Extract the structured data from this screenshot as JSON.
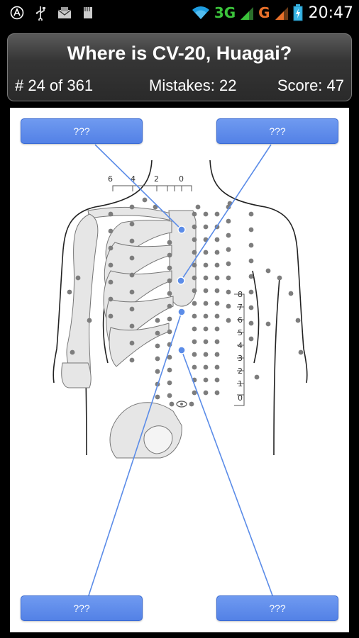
{
  "status_bar": {
    "icons": [
      "app-icon",
      "usb-icon",
      "mail-icon",
      "sdcard-icon",
      "wifi-icon",
      "signal-icon",
      "battery-icon"
    ],
    "network_1": "3G",
    "network_2": "G",
    "time": "20:47"
  },
  "quiz": {
    "question": "Where is CV-20, Huagai?",
    "progress": "# 24 of 361",
    "mistakes": "Mistakes: 22",
    "score": "Score: 47"
  },
  "answers": [
    {
      "label": "???"
    },
    {
      "label": "???"
    },
    {
      "label": "???"
    },
    {
      "label": "???"
    }
  ],
  "diagram": {
    "top_scale": [
      "6",
      "4",
      "2",
      "0"
    ],
    "side_scale": [
      "8",
      "7",
      "6",
      "5",
      "4",
      "3",
      "2",
      "1",
      "0"
    ]
  },
  "colors": {
    "accent_blue": "#5a88ea",
    "line_blue": "#5b8ce8",
    "point_gray": "#7d7d7d"
  }
}
